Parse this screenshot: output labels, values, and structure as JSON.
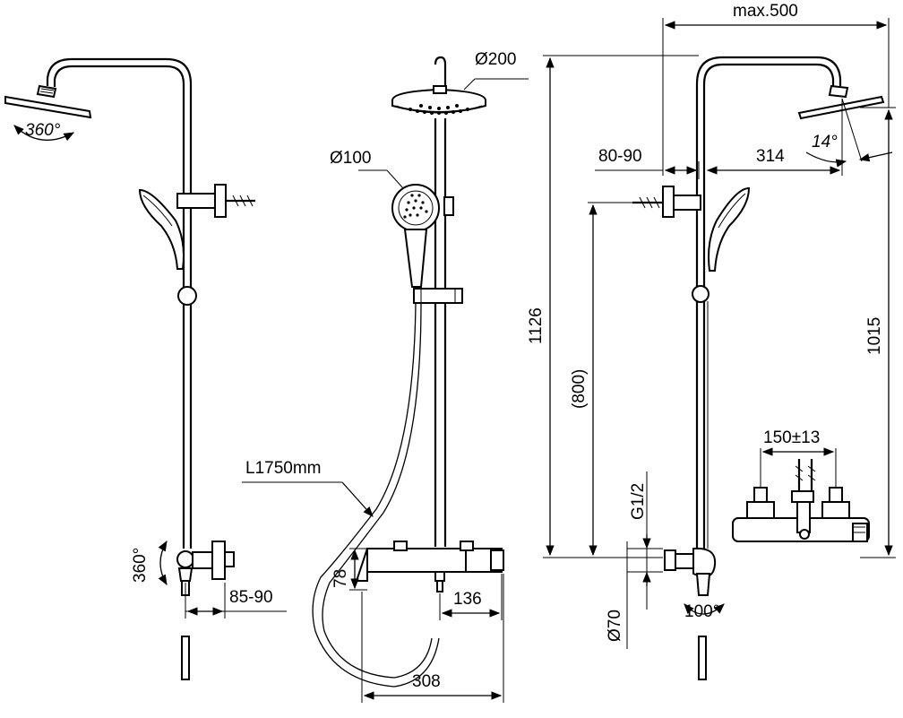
{
  "colors": {
    "line": "#000000",
    "background": "#ffffff"
  },
  "left_view": {
    "rotation_head": "360°",
    "rotation_valve": "360°",
    "wall_distance": "85-90"
  },
  "front_view": {
    "head_diameter": "Ø200",
    "hand_diameter": "Ø100",
    "hose_length": "L1750mm",
    "valve_height": "78",
    "spout_offset": "136",
    "total_width": "308"
  },
  "right_view": {
    "max_reach": "max.500",
    "bracket_distance": "80-90",
    "arm_length": "314",
    "tilt_angle": "14°",
    "total_height": "1126",
    "rail_height": "(800)",
    "head_height": "1015",
    "connection_thread": "G1/2",
    "escutcheon_diameter": "Ø70",
    "hand_rotation": "100°",
    "connection_spacing": "150±13"
  }
}
